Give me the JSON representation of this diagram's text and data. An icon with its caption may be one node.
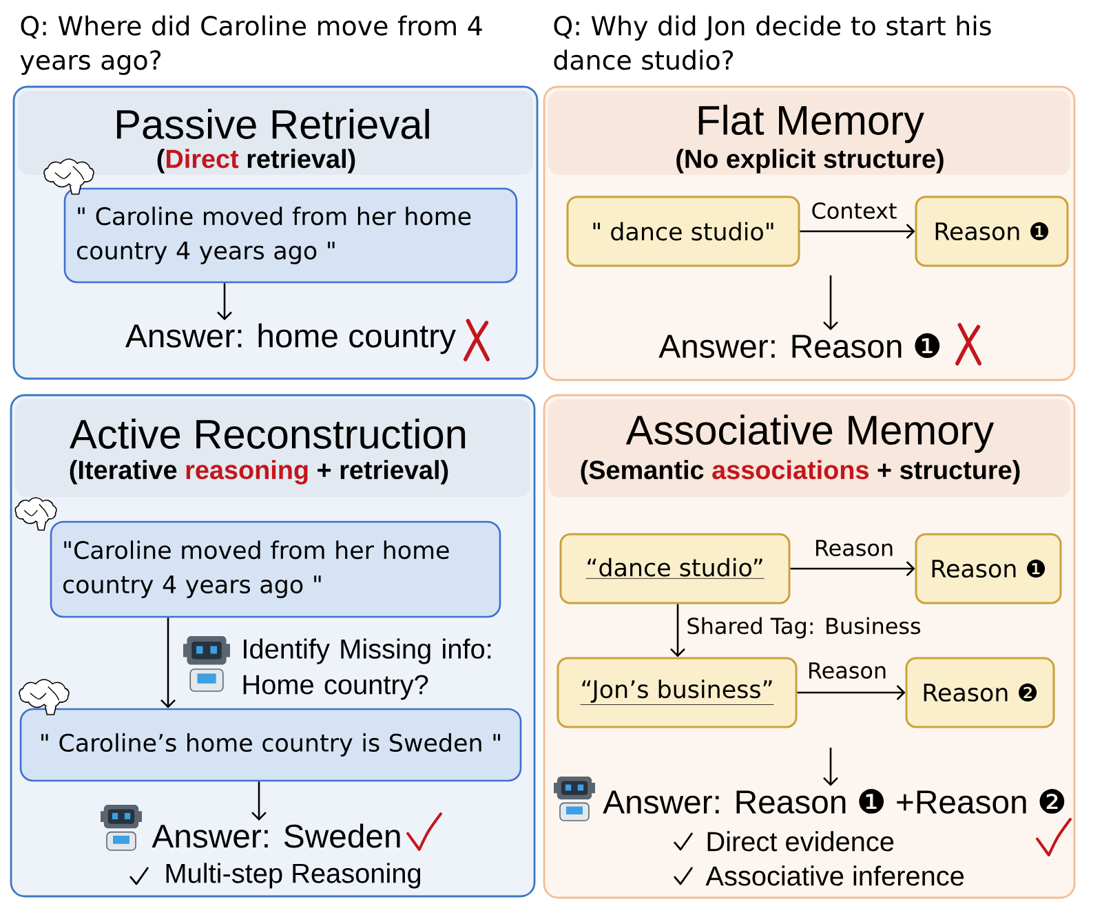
{
  "diagram": {
    "nodes": [
      {
        "text": [
          "Passive Retrieval",
          "(**Direct** retrieval)"
        ]
      },
      {
        "text": [
          "\" Caroline moved from her home country 4 years ago \""
        ],
        "in": 0
      },
      {
        "text": [
          "Answer: home country"
        ],
        "in": 0
      },
      {
        "text": [
          "Flat Memory",
          "(No explicit structure)"
        ]
      },
      {
        "text": [
          "\" dance studio\""
        ],
        "in": 3
      },
      {
        "text": [
          "Reason ❶"
        ],
        "in": 3
      },
      {
        "text": [
          "Answer: Reason ❶"
        ],
        "in": 3
      },
      {
        "text": [
          "Active Reconstruction",
          "(Iterative **reasoning** + retrieval)"
        ]
      },
      {
        "text": [
          "\"Caroline moved from her home country 4 years ago \""
        ],
        "in": 7
      },
      {
        "text": [
          "\" Caroline’s home country is Sweden \""
        ],
        "in": 7
      },
      {
        "text": [
          "Answer: Sweden"
        ],
        "in": 7
      },
      {
        "text": [
          "Associative Memory",
          "(Semantic **associations** + structure)"
        ]
      },
      {
        "text": [
          "“dance studio”"
        ],
        "in": 11
      },
      {
        "text": [
          "Reason ❶"
        ],
        "in": 11
      },
      {
        "text": [
          "“Jon’s business”"
        ],
        "in": 11
      },
      {
        "text": [
          "Reason ❷"
        ],
        "in": 11
      },
      {
        "text": [
          "Answer: Reason ❶ +Reason ❷"
        ],
        "in": 11
      }
    ],
    "edges": [
      {
        "from": 1,
        "to": 2,
        "arrow": "to"
      },
      {
        "from": 4,
        "to": 5,
        "arrow": "to",
        "label": "Context"
      },
      {
        "from": null,
        "to": 6,
        "arrow": "to"
      },
      {
        "from": 8,
        "to": 9,
        "arrow": "to",
        "label": "Identify Missing info: Home country?"
      },
      {
        "from": 9,
        "to": 10,
        "arrow": "to"
      },
      {
        "from": 12,
        "to": 13,
        "arrow": "to",
        "label": "Reason"
      },
      {
        "from": 12,
        "to": 14,
        "arrow": "to",
        "label": "Shared Tag: Business"
      },
      {
        "from": 14,
        "to": 15,
        "arrow": "to",
        "label": "Reason"
      },
      {
        "from": null,
        "to": 16,
        "arrow": "to"
      }
    ],
    "labels": [
      "Q: Where did Caroline move from 4 years ago?",
      "Q: Why did Jon decide to start his dance studio?",
      "Multi-step Reasoning",
      "Direct evidence",
      "Associative inference"
    ]
  }
}
